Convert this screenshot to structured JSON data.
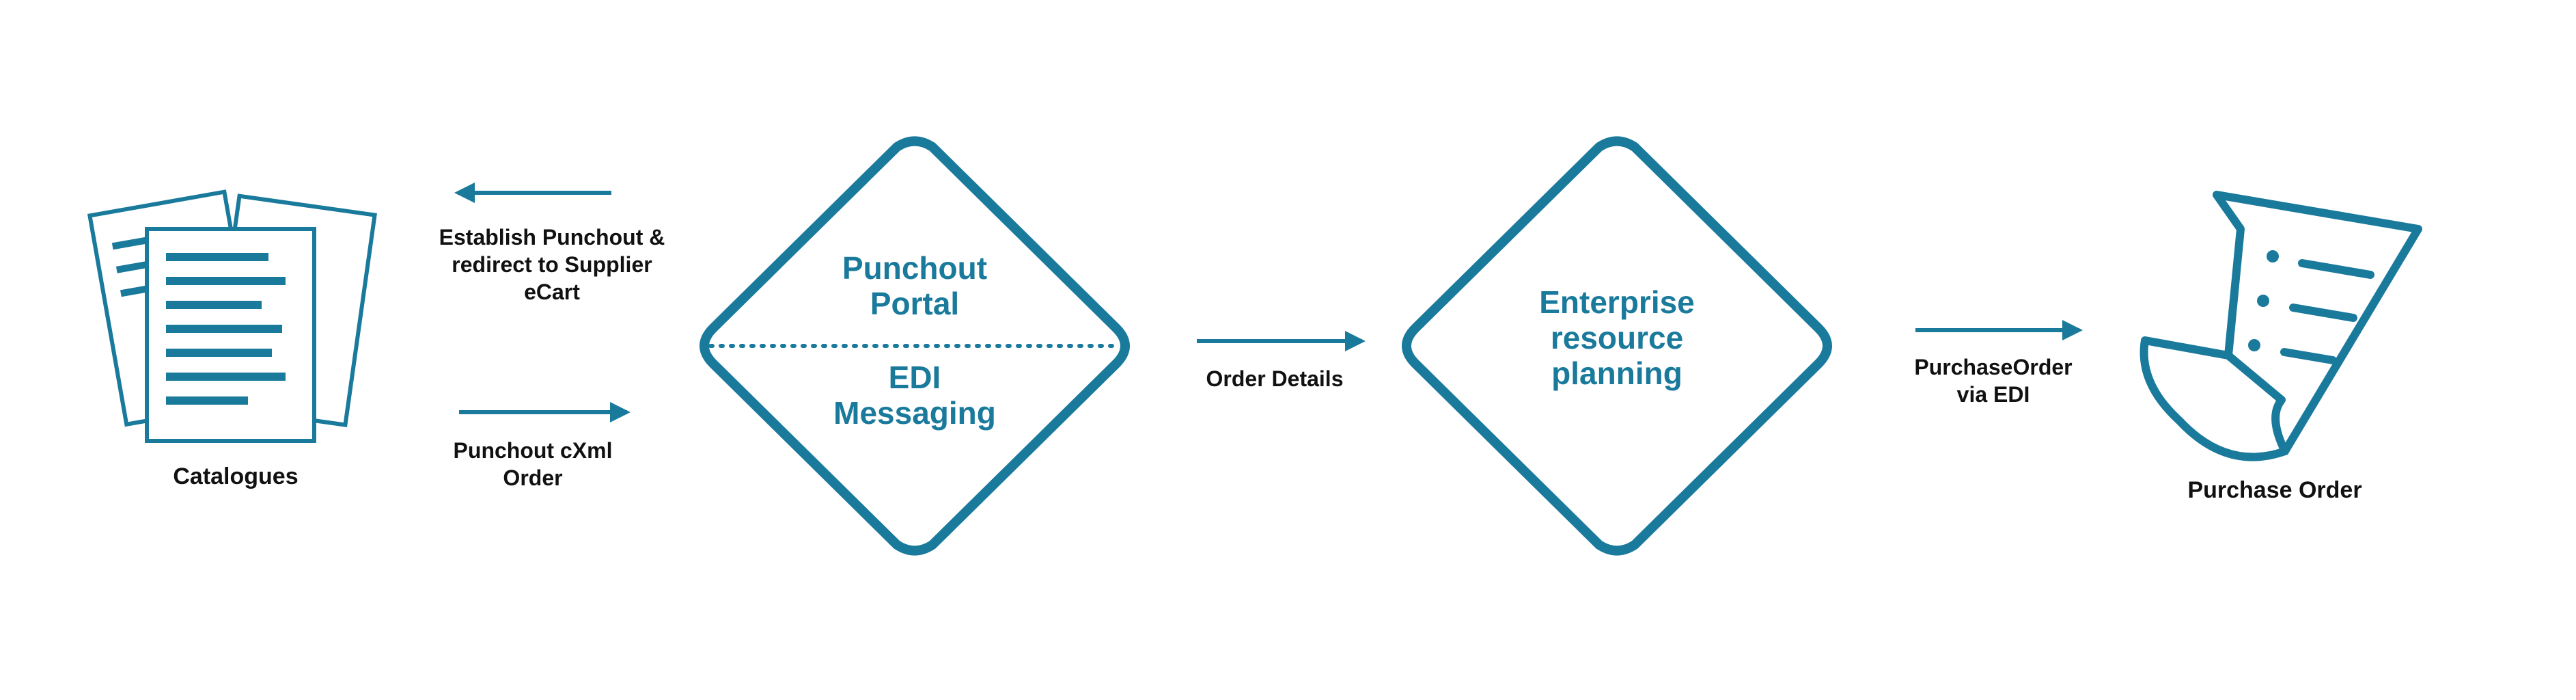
{
  "colors": {
    "primary": "#1a7a9c",
    "dark_text": "#111111",
    "background": "#ffffff"
  },
  "nodes": {
    "catalogues": {
      "icon": "documents-stack-icon",
      "label": "Catalogues"
    },
    "portal": {
      "top_lines": [
        "Punchout",
        "Portal"
      ],
      "bottom_lines": [
        "EDI",
        "Messaging"
      ]
    },
    "erp": {
      "lines": [
        "Enterprise",
        "resource",
        "planning"
      ]
    },
    "purchase_order": {
      "icon": "receipt-scroll-icon",
      "label": "Purchase Order"
    }
  },
  "connectors": {
    "establish": {
      "lines": [
        "Establish Punchout &",
        "redirect to  Supplier",
        "eCart"
      ]
    },
    "cxml_order": {
      "lines": [
        "Punchout cXml",
        "Order"
      ]
    },
    "order_details": {
      "label": "Order Details"
    },
    "po_via_edi": {
      "lines": [
        "PurchaseOrder",
        "via  EDI"
      ]
    }
  }
}
